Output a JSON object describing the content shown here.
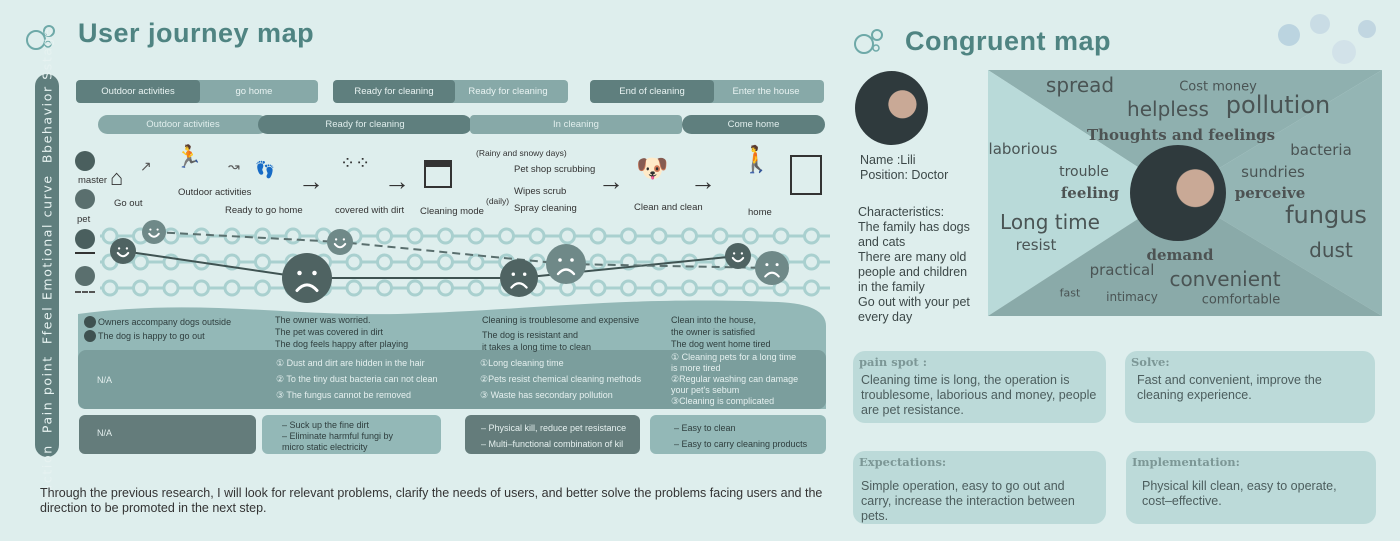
{
  "journey": {
    "title": "User journey map",
    "side_label": "Aaction  Pain point  Ffeel Emotional curve  Bbehavior Sstage",
    "stage_pairs": [
      {
        "primary": "Outdoor activities",
        "secondary": "go home"
      },
      {
        "primary": "Ready for cleaning",
        "secondary": "Ready for cleaning"
      },
      {
        "primary": "End of cleaning",
        "secondary": "Enter the house"
      }
    ],
    "phases": [
      "Outdoor activities",
      "Ready for cleaning",
      "In cleaning",
      "Come home"
    ],
    "roles": {
      "master": "master",
      "pet": "pet"
    },
    "behaviors": {
      "go_out": "Go out",
      "outdoor": "Outdoor activities",
      "ready_home": "Ready to go home",
      "dirt": "covered with dirt",
      "mode": "Cleaning mode",
      "rainy": "(Rainy and snowy days)",
      "pet_shop": "Pet shop scrubbing",
      "daily": "(daily)",
      "wipes": "Wipes scrub",
      "spray": "Spray cleaning",
      "clean": "Clean and clean",
      "home": "home"
    },
    "emotion_curve": {
      "owner": [
        "happy",
        "sad",
        "sad",
        "happy"
      ],
      "pet": [
        "happy",
        "happy",
        "sad",
        "sad"
      ]
    },
    "feel": [
      [
        "Owners accompany dogs outside",
        "The dog is happy to go out"
      ],
      [
        "The owner was worried.",
        "The pet was covered in dirt",
        " The dog feels happy after playing"
      ],
      [
        "Cleaning is troublesome and expensive",
        "The dog is resistant and",
        " it takes a long time to clean"
      ],
      [
        "Clean into the house,",
        "the owner is satisfied",
        "The dog went home tired"
      ]
    ],
    "pain": [
      [
        "N/A"
      ],
      [
        "① Dust and dirt are hidden in the hair",
        "② To the tiny dust bacteria can not clean",
        "③ The fungus cannot be removed"
      ],
      [
        "①Long cleaning time",
        "②Pets resist chemical cleaning methods",
        "③ Waste has secondary pollution"
      ],
      [
        "① Cleaning pets for a long time",
        " is more tired",
        "②Regular washing can damage",
        "your pet's sebum",
        "③Cleaning is complicated"
      ]
    ],
    "action": [
      [
        "N/A"
      ],
      [
        "– Suck up the fine dirt",
        "– Eliminate harmful fungi by",
        "   micro static electricity"
      ],
      [
        "– Physical kill, reduce pet resistance",
        "– Multi–functional combination of kil"
      ],
      [
        "– Easy to clean",
        "– Easy to carry cleaning products"
      ]
    ],
    "summary": "Through the previous research, I will look for relevant problems, clarify the needs of users, and better solve the problems facing users and the direction to be promoted in the next step."
  },
  "congruent": {
    "title": "Congruent map",
    "name": "Name :Lili",
    "position": "Position: Doctor",
    "characteristics": [
      "Characteristics:",
      "The family has dogs",
      "and cats",
      "There are many old",
      "people and children",
      "in the family",
      "Go out with your pet",
      "every day"
    ],
    "words": {
      "thoughts": "Thoughts and feelings",
      "feeling": "feeling",
      "perceive": "perceive",
      "demand": "demand",
      "spread": "spread",
      "cost": "Cost money",
      "helpless": "helpless",
      "pollution": "pollution",
      "laborious": "laborious",
      "bacteria": "bacteria",
      "trouble": "trouble",
      "sundries": "sundries",
      "long_time": "Long time",
      "fungus": "fungus",
      "resist": "resist",
      "dust": "dust",
      "practical": "practical",
      "convenient": "convenient",
      "fast": "fast",
      "intimacy": "intimacy",
      "comfortable": "comfortable"
    },
    "cards": [
      {
        "heading": "pain spot :",
        "body": "Cleaning time is long, the operation is troublesome, laborious and money, people are pet resistance."
      },
      {
        "heading": "Solve:",
        "body": "Fast and convenient, improve the cleaning experience."
      },
      {
        "heading": "Expectations:",
        "body": "Simple operation, easy to go out and carry, increase the interaction between pets."
      },
      {
        "heading": "Implementation:",
        "body": "Physical kill clean, easy to operate, cost–effective."
      }
    ]
  },
  "colors": {
    "background": "#deeeed",
    "title": "#4f8482",
    "dark": "#5f7f7e",
    "light": "#87a9a8",
    "dots": "#a9d0cf"
  }
}
